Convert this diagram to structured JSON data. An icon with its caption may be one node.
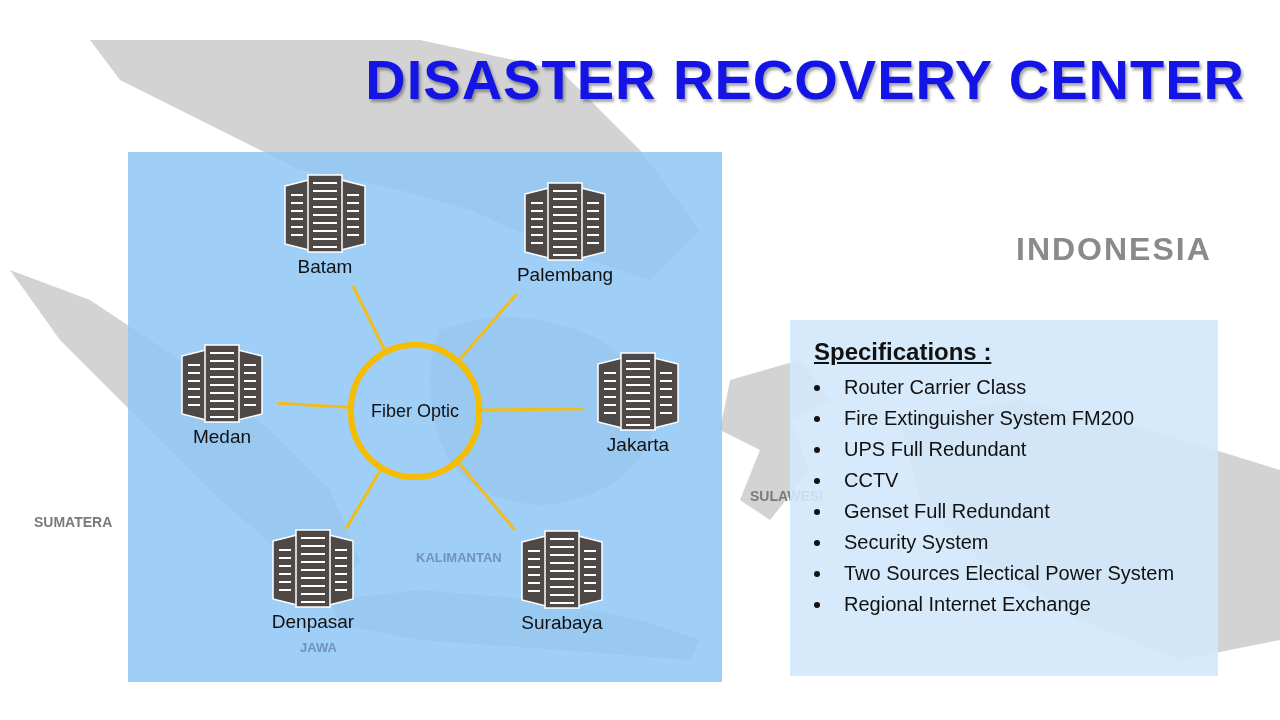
{
  "diagram": {
    "title": "DISASTER RECOVERY CENTER",
    "nodes": [
      {
        "text": [
          "Fiber Optic"
        ]
      },
      {
        "text": [
          "Batam"
        ]
      },
      {
        "text": [
          "Palembang"
        ]
      },
      {
        "text": [
          "Medan"
        ]
      },
      {
        "text": [
          "Jakarta"
        ]
      },
      {
        "text": [
          "Denpasar"
        ]
      },
      {
        "text": [
          "Surabaya"
        ]
      },
      {
        "text": [
          "Specifications :",
          "Router Carrier Class",
          "Fire Extinguisher System FM200",
          "UPS Full Redundant",
          "CCTV",
          "Genset Full Redundant",
          "Security System",
          "Two Sources Electical Power System",
          "Regional Internet Exchange"
        ]
      }
    ],
    "edges": [
      {
        "from": 0,
        "to": 1,
        "arrow": "none"
      },
      {
        "from": 0,
        "to": 2,
        "arrow": "none"
      },
      {
        "from": 0,
        "to": 3,
        "arrow": "none"
      },
      {
        "from": 0,
        "to": 4,
        "arrow": "none"
      },
      {
        "from": 0,
        "to": 5,
        "arrow": "none"
      },
      {
        "from": 0,
        "to": 6,
        "arrow": "none"
      }
    ],
    "labels": [
      "INDONESIA",
      "SUMATERA",
      "KALIMANTAN",
      "JAWA",
      "SULAWESI"
    ]
  }
}
